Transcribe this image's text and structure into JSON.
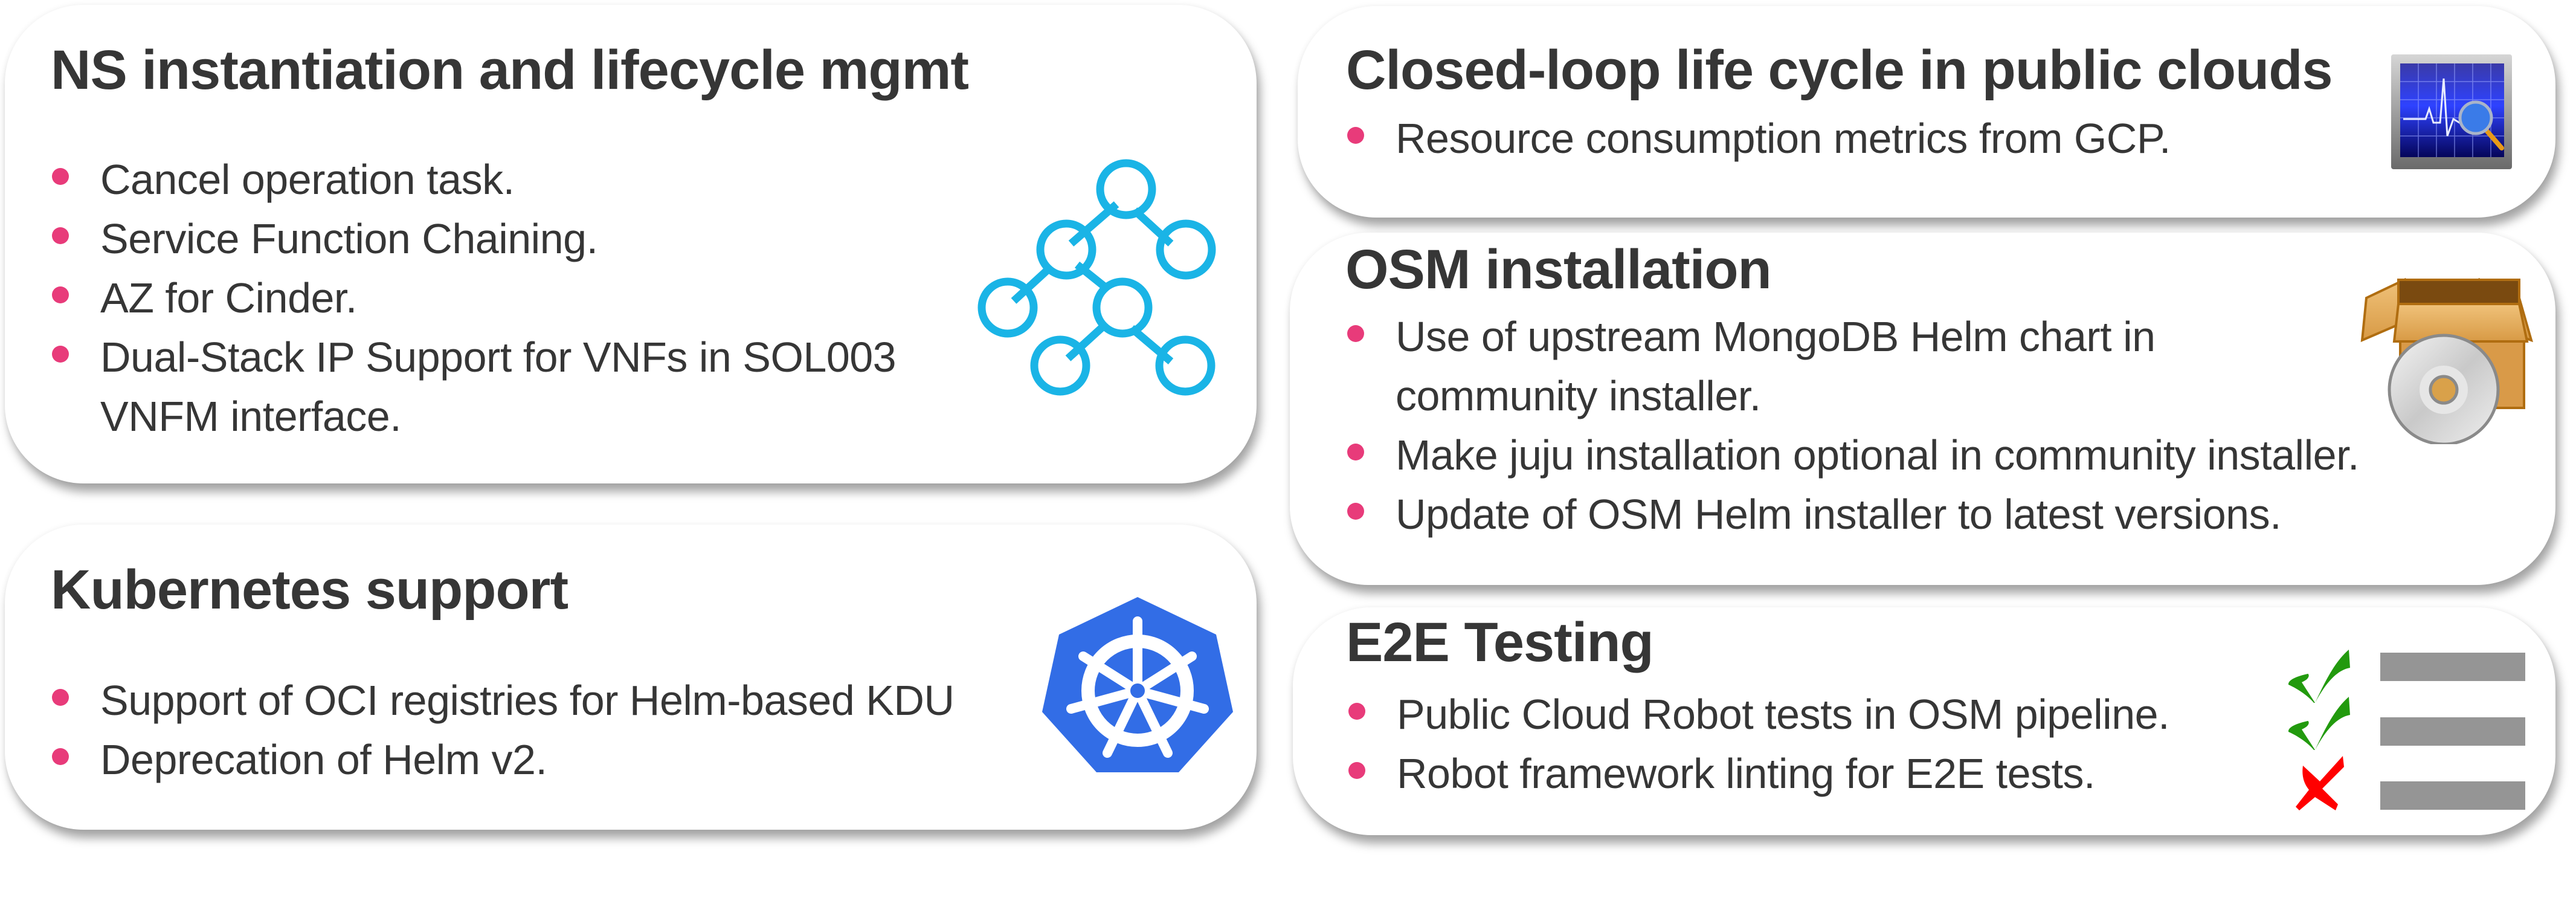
{
  "cards": {
    "ns": {
      "title": "NS instantiation and lifecycle mgmt",
      "icon": "network-tree-icon",
      "items": [
        "Cancel operation task.",
        "Service Function Chaining.",
        "AZ for Cinder.",
        "Dual-Stack IP Support for VNFs in SOL003 VNFM interface."
      ]
    },
    "k8s": {
      "title": "Kubernetes support",
      "icon": "kubernetes-helm-icon",
      "items": [
        "Support of OCI registries for Helm-based KDU",
        "Deprecation of Helm v2."
      ]
    },
    "closed_loop": {
      "title": "Closed-loop life cycle in public clouds",
      "icon": "monitor-magnifier-icon",
      "items": [
        "Resource consumption metrics from GCP."
      ]
    },
    "osm": {
      "title": "OSM installation",
      "icon": "package-install-icon",
      "items": [
        "Use of upstream MongoDB Helm chart in community installer.",
        "Make juju installation optional in community installer.",
        "Update of OSM Helm installer to latest versions."
      ]
    },
    "e2e": {
      "title": "E2E Testing",
      "icon": "checklist-icon",
      "items": [
        "Public Cloud Robot tests in OSM pipeline.",
        "Robot framework linting for E2E tests."
      ],
      "checklist_states": [
        "pass",
        "pass",
        "fail"
      ]
    }
  },
  "colors": {
    "bullet": "#e83b7a",
    "text": "#363636",
    "tree_icon": "#1ab4e6",
    "kubernetes_blue": "#326de6",
    "check_green": "#229a0e",
    "cross_red": "#ff0000",
    "checklist_bar": "#959595"
  }
}
